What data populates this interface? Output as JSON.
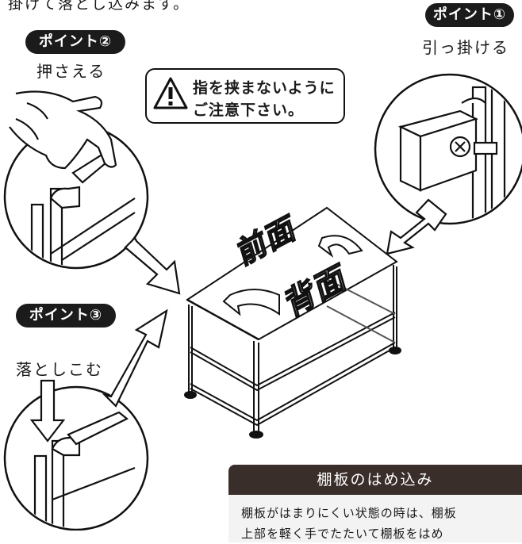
{
  "intro_text": "掛けて落とし込みます。",
  "point1": {
    "badge": "ポイント①",
    "caption": "引っ掛ける"
  },
  "point2": {
    "badge": "ポイント②",
    "caption": "押さえる"
  },
  "point3": {
    "badge": "ポイント③",
    "caption": "落としこむ"
  },
  "warning": {
    "line1": "指を挟まないように",
    "line2": "ご注意下さい。"
  },
  "labels": {
    "front": "前面",
    "back": "背面"
  },
  "shelf_note": {
    "title": "棚板のはめ込み",
    "line1": "棚板がはまりにくい状態の時は、棚板",
    "line2": "上部を軽く手でたたいて棚板をはめ"
  }
}
